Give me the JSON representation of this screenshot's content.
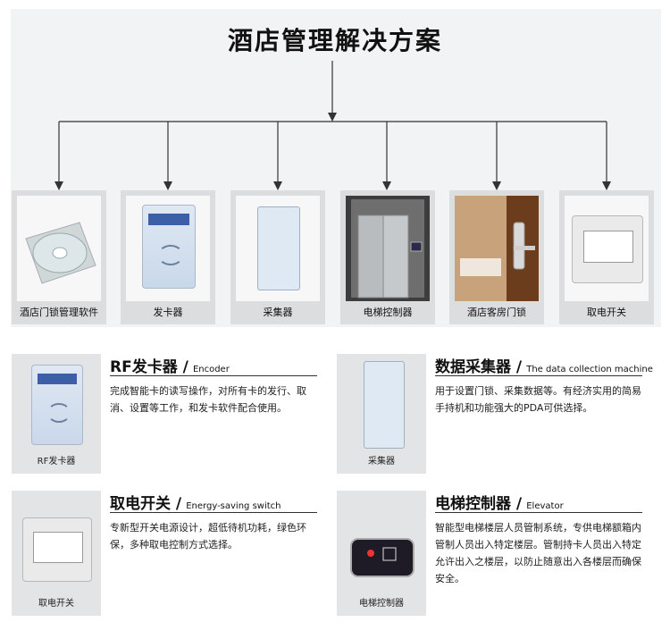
{
  "title": "酒店管理解决方案",
  "branches": [
    {
      "label": "酒店门锁管理软件",
      "icon": "cd-disc-icon"
    },
    {
      "label": "发卡器",
      "icon": "card-encoder-icon"
    },
    {
      "label": "采集器",
      "icon": "data-collector-icon"
    },
    {
      "label": "电梯控制器",
      "icon": "elevator-icon"
    },
    {
      "label": "酒店客房门锁",
      "icon": "door-lock-icon"
    },
    {
      "label": "取电开关",
      "icon": "power-switch-icon"
    }
  ],
  "features": {
    "encoder": {
      "title": "RF发卡器 /",
      "subtitle": "Encoder",
      "desc": "完成智能卡的读写操作，对所有卡的发行、取消、设置等工作，和发卡软件配合使用。",
      "caption": "RF发卡器"
    },
    "collector": {
      "title": "数据采集器 /",
      "subtitle": "The data collection machine",
      "desc": "用于设置门锁、采集数据等。有经济实用的简易手持机和功能强大的PDA可供选择。",
      "caption": "采集器"
    },
    "switch": {
      "title": "取电开关 /",
      "subtitle": "Energy-saving switch",
      "desc": "专新型开关电源设计，超低待机功耗，绿色环保，多种取电控制方式选择。",
      "caption": "取电开关"
    },
    "elevator": {
      "title": "电梯控制器 /",
      "subtitle": "Elevator",
      "desc": "智能型电梯楼层人员管制系统，专供电梯额箱内管制人员出入特定楼层。管制持卡人员出入特定允许出入之楼层，以防止随意出入各楼层而确保安全。",
      "caption": "电梯控制器"
    }
  },
  "colors": {
    "panel": "#f2f3f4",
    "card": "#dcdddf",
    "line": "#333333"
  }
}
